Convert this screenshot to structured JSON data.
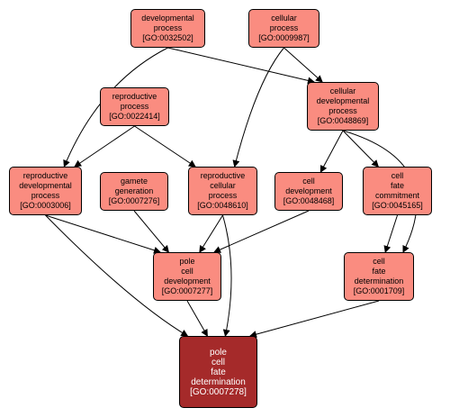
{
  "colors": {
    "node_fill": "#fa8c80",
    "focus_fill": "#a52a2a",
    "focus_text": "#ffffff",
    "edge": "#000000"
  },
  "nodes": [
    {
      "id": "GO:0032502",
      "lines": [
        "developmental",
        "process",
        "[GO:0032502]"
      ]
    },
    {
      "id": "GO:0009987",
      "lines": [
        "cellular",
        "process",
        "[GO:0009987]"
      ]
    },
    {
      "id": "GO:0022414",
      "lines": [
        "reproductive",
        "process",
        "[GO:0022414]"
      ]
    },
    {
      "id": "GO:0048869",
      "lines": [
        "cellular",
        "developmental",
        "process",
        "[GO:0048869]"
      ]
    },
    {
      "id": "GO:0003006",
      "lines": [
        "reproductive",
        "developmental",
        "process",
        "[GO:0003006]"
      ]
    },
    {
      "id": "GO:0007276",
      "lines": [
        "gamete",
        "generation",
        "[GO:0007276]"
      ]
    },
    {
      "id": "GO:0048610",
      "lines": [
        "reproductive",
        "cellular",
        "process",
        "[GO:0048610]"
      ]
    },
    {
      "id": "GO:0048468",
      "lines": [
        "cell",
        "development",
        "[GO:0048468]"
      ]
    },
    {
      "id": "GO:0045165",
      "lines": [
        "cell",
        "fate",
        "commitment",
        "[GO:0045165]"
      ]
    },
    {
      "id": "GO:0007277",
      "lines": [
        "pole",
        "cell",
        "development",
        "[GO:0007277]"
      ]
    },
    {
      "id": "GO:0001709",
      "lines": [
        "cell",
        "fate",
        "determination",
        "[GO:0001709]"
      ]
    },
    {
      "id": "GO:0007278",
      "lines": [
        "pole",
        "cell",
        "fate",
        "determination",
        "[GO:0007278]"
      ],
      "focus": true
    }
  ],
  "edges": [
    [
      "GO:0032502",
      "GO:0003006"
    ],
    [
      "GO:0032502",
      "GO:0048869"
    ],
    [
      "GO:0009987",
      "GO:0048869"
    ],
    [
      "GO:0009987",
      "GO:0048610"
    ],
    [
      "GO:0022414",
      "GO:0003006"
    ],
    [
      "GO:0022414",
      "GO:0048610"
    ],
    [
      "GO:0048869",
      "GO:0048468"
    ],
    [
      "GO:0048869",
      "GO:0045165"
    ],
    [
      "GO:0048869",
      "GO:0001709"
    ],
    [
      "GO:0003006",
      "GO:0007277"
    ],
    [
      "GO:0003006",
      "GO:0007278"
    ],
    [
      "GO:0007276",
      "GO:0007277"
    ],
    [
      "GO:0048610",
      "GO:0007277"
    ],
    [
      "GO:0048610",
      "GO:0007278"
    ],
    [
      "GO:0048468",
      "GO:0007277"
    ],
    [
      "GO:0045165",
      "GO:0001709"
    ],
    [
      "GO:0007277",
      "GO:0007278"
    ],
    [
      "GO:0001709",
      "GO:0007278"
    ]
  ]
}
